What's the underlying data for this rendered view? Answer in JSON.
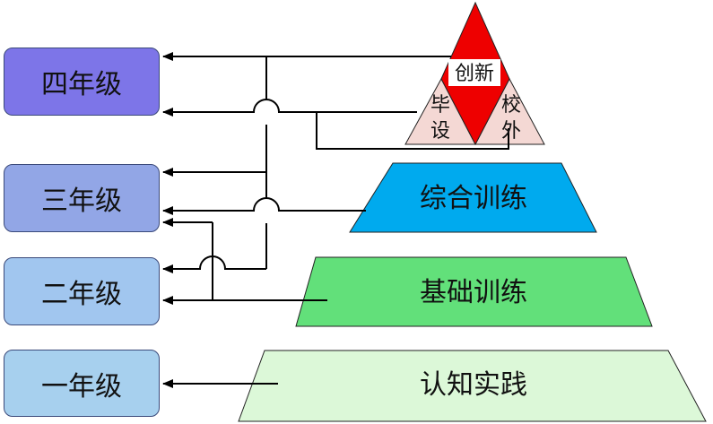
{
  "grades": {
    "g4": "四年级",
    "g3": "三年级",
    "g2": "二年级",
    "g1": "一年级"
  },
  "pyramid": {
    "top_center": "创新",
    "top_left": [
      "毕",
      "设"
    ],
    "top_right": [
      "校",
      "外"
    ],
    "level3": "综合训练",
    "level2": "基础训练",
    "level1": "认知实践"
  },
  "colors": {
    "innovation": "#ee0000",
    "side_triangles": "#f4d8d4",
    "comprehensive": "#00aaee",
    "basic": "#62e07a",
    "cognitive": "#dcf8d8"
  }
}
